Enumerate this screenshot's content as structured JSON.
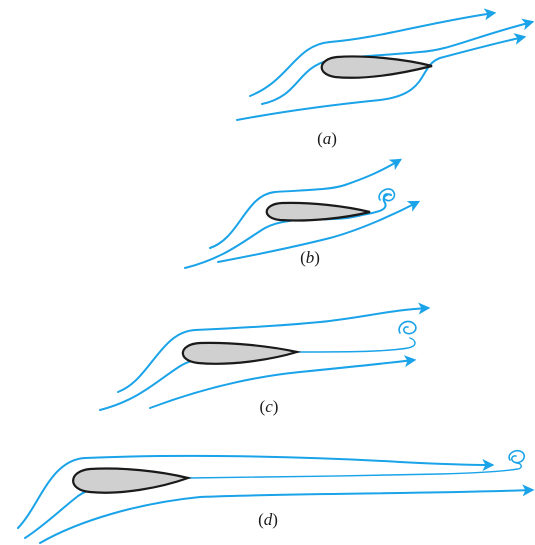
{
  "colors": {
    "streamline": "#1aa3e8",
    "airfoil_fill": "#d0d0d0",
    "airfoil_stroke": "#1a1a1a",
    "label": "#1a1a1a",
    "background": "#ffffff"
  },
  "panels": [
    {
      "id": "a",
      "label_open": "(",
      "label_letter": "a",
      "label_close": ")"
    },
    {
      "id": "b",
      "label_open": "(",
      "label_letter": "b",
      "label_close": ")"
    },
    {
      "id": "c",
      "label_open": "(",
      "label_letter": "c",
      "label_close": ")"
    },
    {
      "id": "d",
      "label_open": "(",
      "label_letter": "d",
      "label_close": ")"
    }
  ]
}
